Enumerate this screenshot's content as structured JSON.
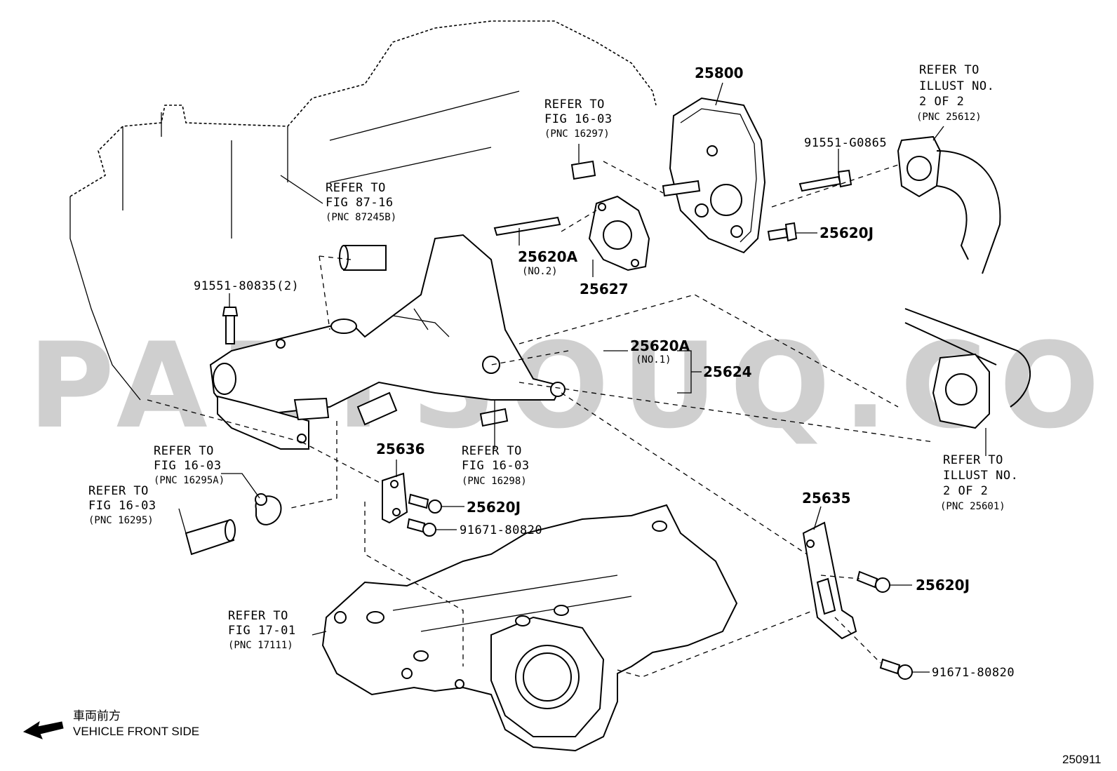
{
  "watermark": "PARTSOUQ.COM",
  "diagram_number": "250911",
  "orientation": {
    "line1": "車両前方",
    "line2": "VEHICLE FRONT SIDE",
    "icon": "arrow-left-icon"
  },
  "refs": {
    "ref_16297": [
      "REFER TO",
      "FIG 16-03",
      "(PNC 16297)"
    ],
    "ref_87245b": [
      "REFER TO",
      "FIG 87-16",
      "(PNC 87245B)"
    ],
    "ref_25612": [
      "REFER TO",
      "ILLUST NO.",
      "2 OF 2",
      "(PNC 25612)"
    ],
    "ref_16295a": [
      "REFER TO",
      "FIG 16-03",
      "(PNC 16295A)"
    ],
    "ref_16295": [
      "REFER TO",
      "FIG 16-03",
      "(PNC 16295)"
    ],
    "ref_16298": [
      "REFER TO",
      "FIG 16-03",
      "(PNC 16298)"
    ],
    "ref_25601": [
      "REFER TO",
      "ILLUST NO.",
      "2 OF 2",
      "(PNC 25601)"
    ],
    "ref_17111": [
      "REFER TO",
      "FIG 17-01",
      "(PNC 17111)"
    ]
  },
  "parts": {
    "p25800": "25800",
    "p91551_g0865": "91551-G0865",
    "p25620j_top": "25620J",
    "p25620a_no2": "25620A",
    "p25620a_no2_sub": "(NO.2)",
    "p25627": "25627",
    "p91551_80835": "91551-80835(2)",
    "p25620a_no1": "25620A",
    "p25620a_no1_sub": "(NO.1)",
    "p25624": "25624",
    "p25636": "25636",
    "p25620j_mid": "25620J",
    "p91671_mid": "91671-80820",
    "p25635": "25635",
    "p25620j_right": "25620J",
    "p91671_right": "91671-80820"
  }
}
